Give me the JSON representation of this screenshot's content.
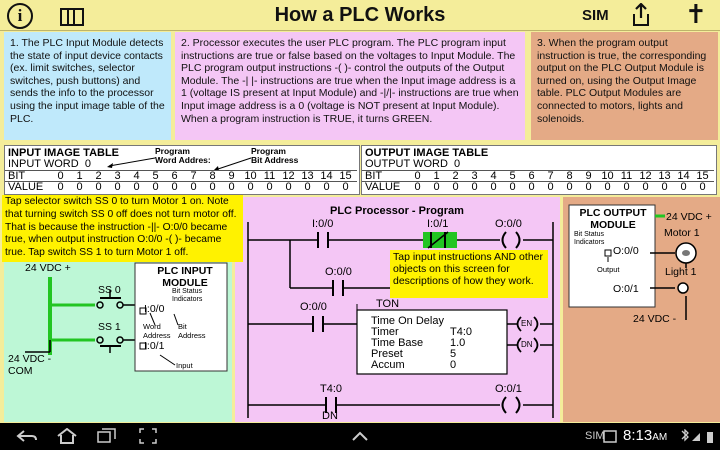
{
  "header": {
    "title": "How a PLC Works",
    "info_icon": "info-icon",
    "menu_icon": "grid-menu-icon",
    "sim_label": "SIM",
    "share_icon": "share-icon",
    "cross_icon": "cross-icon",
    "info_glyph": "i",
    "cross_glyph": "✝"
  },
  "panels": {
    "p1": "1. The PLC Input Module detects the state of input device contacts (ex. limit switches, selector switches, push buttons) and sends the info to the processor using the input image table of the PLC.",
    "p2": "2. Processor executes the user PLC program. The PLC program input instructions are true or false based on the voltages to Input Module.  The PLC program output instructions -( )- control  the outputs of the Output Module. The -| |- instructions  are true when the Input image address is a 1 (voltage IS present at Input Module) and -|/|- instructions are true when Input image address  is a 0 (voltage is NOT present at Input Module). When a program instruction is TRUE, it turns GREEN.",
    "p3": "3. When the program output instruction is true, the corresponding output on the PLC Output Module is turned on, using the Output Image table.  PLC Output Modules are connected to motors, lights and solenoids."
  },
  "input_table": {
    "title": "INPUT IMAGE TABLE",
    "word_label": "INPUT WORD",
    "word_value": "0",
    "prog_word": "Program\nWord Addres:",
    "prog_bit": "Program\nBit Address",
    "bit_label": "BIT",
    "value_label": "VALUE",
    "bits": [
      "0",
      "1",
      "2",
      "3",
      "4",
      "5",
      "6",
      "7",
      "8",
      "9",
      "10",
      "11",
      "12",
      "13",
      "14",
      "15"
    ],
    "values": [
      "0",
      "0",
      "0",
      "0",
      "0",
      "0",
      "0",
      "0",
      "0",
      "0",
      "0",
      "0",
      "0",
      "0",
      "0",
      "0"
    ]
  },
  "output_table": {
    "title": "OUTPUT IMAGE TABLE",
    "word_label": "OUTPUT WORD",
    "word_value": "0",
    "bit_label": "BIT",
    "value_label": "VALUE",
    "bits": [
      "0",
      "1",
      "2",
      "3",
      "4",
      "5",
      "6",
      "7",
      "8",
      "9",
      "10",
      "11",
      "12",
      "13",
      "14",
      "15"
    ],
    "values": [
      "0",
      "0",
      "0",
      "0",
      "0",
      "0",
      "0",
      "0",
      "0",
      "0",
      "0",
      "0",
      "0",
      "0",
      "0",
      "0"
    ]
  },
  "notes": {
    "yellow": "Tap selector switch SS 0 to turn Motor 1 on. Note that turning switch SS 0 off does not turn motor off.  That is because the instruction -||- O:0/0 became true, when output instruction O:0/0 -( )- became true. Tap switch SS 1 to turn Motor 1 off.",
    "tap": "Tap input instructions AND other objects on this screen for descriptions of how they work."
  },
  "input_module": {
    "title": "PLC INPUT\nMODULE",
    "status": "Bit Status\nIndicators",
    "vdc_plus": "24 VDC +",
    "vdc_com": "24 VDC -\nCOM",
    "ss0": "SS 0",
    "ss1": "SS 1",
    "addr0": "I:0/0",
    "addr1": "I:0/1",
    "word_addr": "Word\nAddress",
    "bit_addr": "Bit\nAddress",
    "input_label": "Input"
  },
  "program": {
    "title": "PLC Processor - Program",
    "r1_in1": "I:0/0",
    "r1_in2": "I:0/1",
    "r1_out": "O:0/0",
    "r1_branch": "O:0/0",
    "r2_in": "O:0/0",
    "ton_title": "TON",
    "ton_name": "Time On Delay",
    "ton_timer_lbl": "Timer",
    "ton_timer": "T4:0",
    "ton_base_lbl": "Time Base",
    "ton_base": "1.0",
    "ton_preset_lbl": "Preset",
    "ton_preset": "5",
    "ton_accum_lbl": "Accum",
    "ton_accum": "0",
    "en": "EN",
    "dn": "DN",
    "r3_in": "T4:0",
    "r3_dn": "DN",
    "r3_out": "O:0/1"
  },
  "output_module": {
    "title": "PLC OUTPUT\nMODULE",
    "status": "Bit Status\nIndicators",
    "addr0": "O:0/0",
    "addr1": "O:0/1",
    "output_label": "Output",
    "vdc_plus": "24 VDC +",
    "vdc_minus": "24 VDC -",
    "motor": "Motor 1",
    "light": "Light 1"
  },
  "navbar": {
    "time": "8:13",
    "am": "AM",
    "sim_small": "SIM"
  },
  "colors": {
    "green": "#22c522",
    "yellow": "#fff200"
  }
}
